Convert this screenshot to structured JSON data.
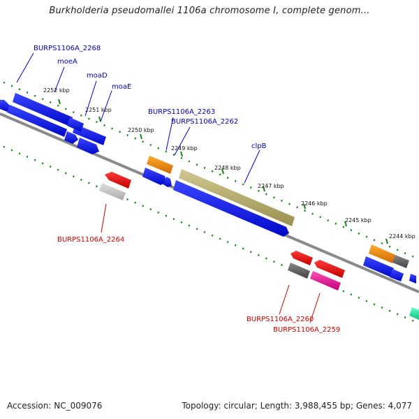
{
  "title": "Burkholderia pseudomallei 1106a chromosome I, complete genom...",
  "footer": {
    "accession": "Accession: NC_009076",
    "summary": "Topology: circular; Length: 3,988,455 bp; Genes: 4,077"
  },
  "ticks": [
    "2252 kbp",
    "2251 kbp",
    "2250 kbp",
    "2249 kbp",
    "2248 kbp",
    "2247 kbp",
    "2246 kbp",
    "2245 kbp",
    "2244 kbp"
  ],
  "gene_labels_top": [
    "BURPS1106A_2268",
    "moeA",
    "moaD",
    "moaE",
    "BURPS1106A_2263",
    "BURPS1106A_2262",
    "clpB"
  ],
  "gene_labels_bottom": [
    "BURPS1106A_2264",
    "BURPS1106A_2260",
    "BURPS1106A_2259"
  ],
  "colors": {
    "forward": "#0000ee",
    "reverse": "#dd0000",
    "blue": "#0a14e6",
    "red": "#e61010",
    "orange": "#f08a0a",
    "olive": "#b8b070",
    "gray": "#6a6a6a",
    "lightgray": "#c8c8c8",
    "pink": "#e8209a",
    "teal": "#20e8a8",
    "backbone": "#808080",
    "dots": "#188018"
  }
}
